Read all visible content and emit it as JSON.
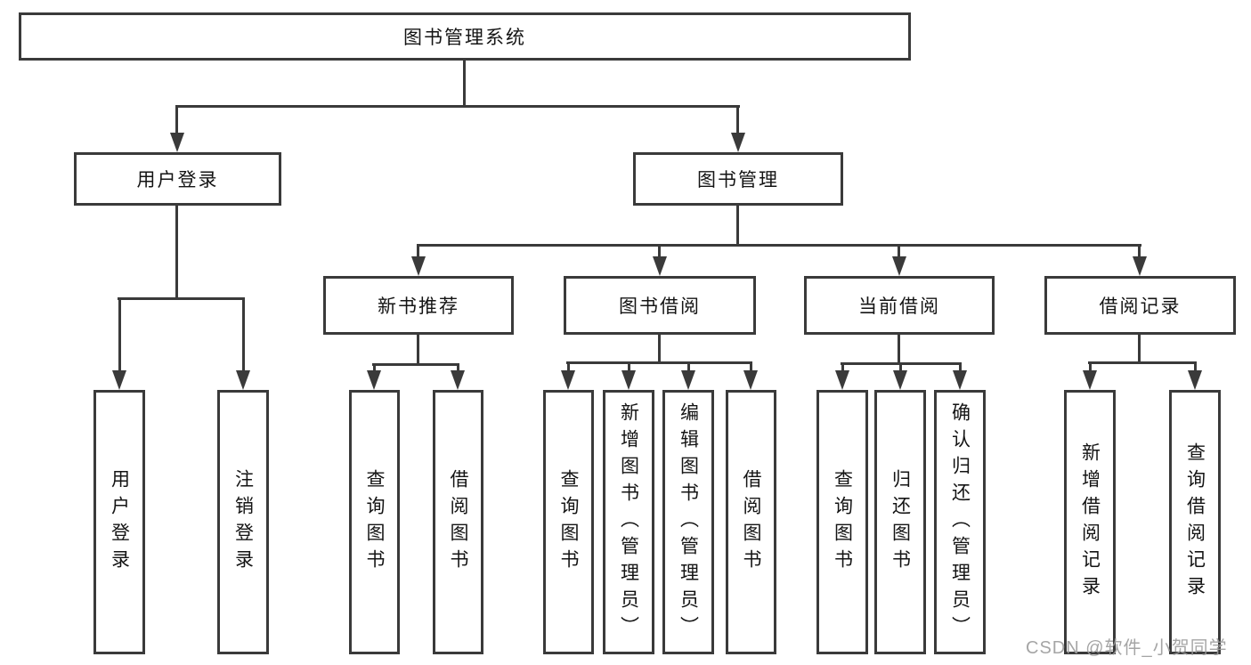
{
  "diagram": {
    "root": {
      "label": "图书管理系统"
    },
    "level2": [
      {
        "label": "用户登录"
      },
      {
        "label": "图书管理"
      }
    ],
    "level3": [
      {
        "label": "新书推荐"
      },
      {
        "label": "图书借阅"
      },
      {
        "label": "当前借阅"
      },
      {
        "label": "借阅记录"
      }
    ],
    "leaves": {
      "user": [
        "用户登录",
        "注销登录"
      ],
      "newbook": [
        "查询图书",
        "借阅图书"
      ],
      "borrow": [
        "查询图书",
        "新增图书（管理员）",
        "编辑图书（管理员）",
        "借阅图书"
      ],
      "current": [
        "查询图书",
        "归还图书",
        "确认归还（管理员）"
      ],
      "records": [
        "新增借阅记录",
        "查询借阅记录"
      ]
    }
  },
  "watermark": {
    "text": "CSDN @软件_小贺同学"
  },
  "colors": {
    "line": "#3a3a3a",
    "text": "#141414",
    "watermark": "#9c9c9c",
    "background": "#ffffff"
  }
}
